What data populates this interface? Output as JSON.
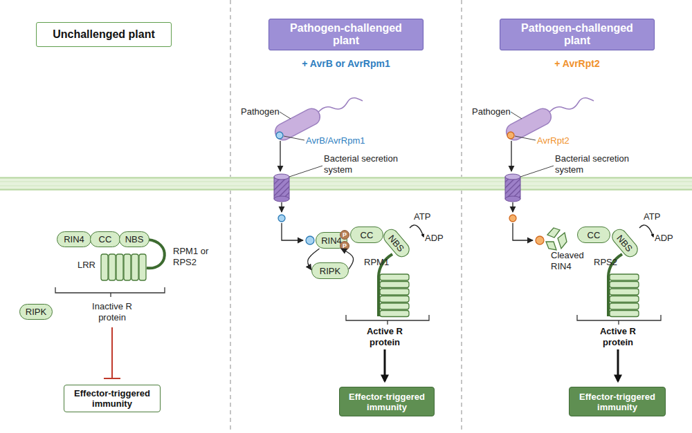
{
  "diagram": {
    "nodes": [
      {
        "text": [
          "Unchallenged plant"
        ]
      },
      {
        "text": [
          "Pathogen-challenged plant"
        ]
      },
      {
        "text": [
          "Pathogen-challenged plant"
        ]
      },
      {
        "text": [
          "RIN4"
        ]
      },
      {
        "text": [
          "CC"
        ]
      },
      {
        "text": [
          "NBS"
        ]
      },
      {
        "text": [
          "RIPK"
        ]
      },
      {
        "text": [
          "Effector-triggered immunity"
        ]
      },
      {
        "text": [
          "RIN4"
        ]
      },
      {
        "text": [
          "P"
        ]
      },
      {
        "text": [
          "P"
        ]
      },
      {
        "text": [
          "CC"
        ]
      },
      {
        "text": [
          "NBS"
        ]
      },
      {
        "text": [
          "RIPK"
        ]
      },
      {
        "text": [
          "Effector-triggered immunity"
        ]
      },
      {
        "text": [
          "CC"
        ]
      },
      {
        "text": [
          "NBS"
        ]
      },
      {
        "text": [
          "Effector-triggered immunity"
        ]
      }
    ],
    "edges": [
      {
        "from": 8,
        "to": 13,
        "arrow": "to"
      },
      {
        "from": 13,
        "to": 8,
        "arrow": "to"
      }
    ],
    "labels": [
      "+ AvrB or AvrRpm1",
      "+ AvrRpt2",
      "Pathogen",
      "AvrB/AvrRpm1",
      "Bacterial secretion system",
      "LRR",
      "RPM1 or RPS2",
      "Inactive R protein",
      "ATP",
      "ADP",
      "RPM1",
      "Active R protein",
      "Pathogen",
      "AvrRpt2",
      "Bacterial secretion system",
      "Cleaved RIN4",
      "ATP",
      "ADP",
      "RPS2",
      "Active R protein"
    ]
  }
}
